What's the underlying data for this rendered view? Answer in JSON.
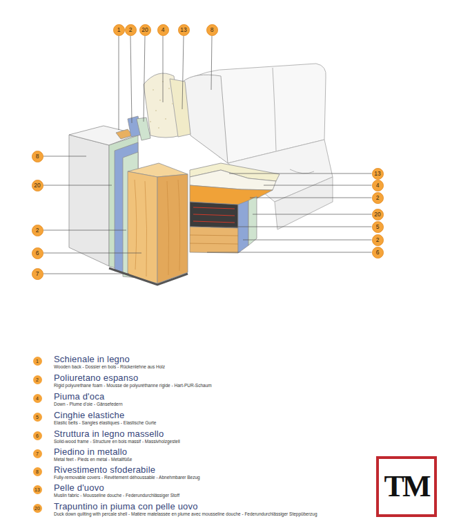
{
  "diagram": {
    "nodes": [
      {
        "text": [
          "1"
        ]
      },
      {
        "text": [
          "2"
        ]
      },
      {
        "text": [
          "20"
        ]
      },
      {
        "text": [
          "4"
        ]
      },
      {
        "text": [
          "13"
        ]
      },
      {
        "text": [
          "8"
        ]
      },
      {
        "text": [
          "8"
        ]
      },
      {
        "text": [
          "13"
        ]
      },
      {
        "text": [
          "4"
        ]
      },
      {
        "text": [
          "20"
        ]
      },
      {
        "text": [
          "2"
        ]
      },
      {
        "text": [
          "2"
        ]
      },
      {
        "text": [
          "20"
        ]
      },
      {
        "text": [
          "5"
        ]
      },
      {
        "text": [
          "6"
        ]
      },
      {
        "text": [
          "2"
        ]
      },
      {
        "text": [
          "6"
        ]
      },
      {
        "text": [
          "7"
        ]
      },
      {
        "text": [
          "TM"
        ]
      }
    ],
    "labels": [
      "1",
      "Wooden back - Dossier en bois - Rückenlehne aus Holz",
      "2",
      "Rigid polyurethane foam - Mousse de polyuréthanne rigide - Hart-PUR-Schaum",
      "4",
      "Down - Plume d'oie - Gänsefedern",
      "5",
      "Elastic belts - Sangles élastiques - Elastische Gurte",
      "6",
      "Solid-wood frame - Structure en bois massif - Massivholzgestell",
      "7",
      "Metal feet - Pieds en métal - Metallfüße",
      "8",
      "Fully-removable covers - Revêtement déhoussable - Abnehmbarer Bezug",
      "13",
      "Muslin fabric - Mousseline douche - Federundurchlässiger Stoff",
      "20",
      "Duck down quilting with percale shell - Matière matelassée en plume avec mousseline douche - Federundurchlässiger Steppüberzug"
    ],
    "legend": [
      {
        "text": "Schienale in legno"
      },
      {
        "text": "Poliuretano espanso"
      },
      {
        "text": "Piuma d'oca"
      },
      {
        "text": "Cinghie elastiche"
      },
      {
        "text": "Struttura in legno massello"
      },
      {
        "text": "Piedino in metallo"
      },
      {
        "text": "Rivestimento sfoderabile"
      },
      {
        "text": "Pelle d'uovo"
      },
      {
        "text": "Trapuntino in piuma con pelle uovo"
      }
    ]
  }
}
